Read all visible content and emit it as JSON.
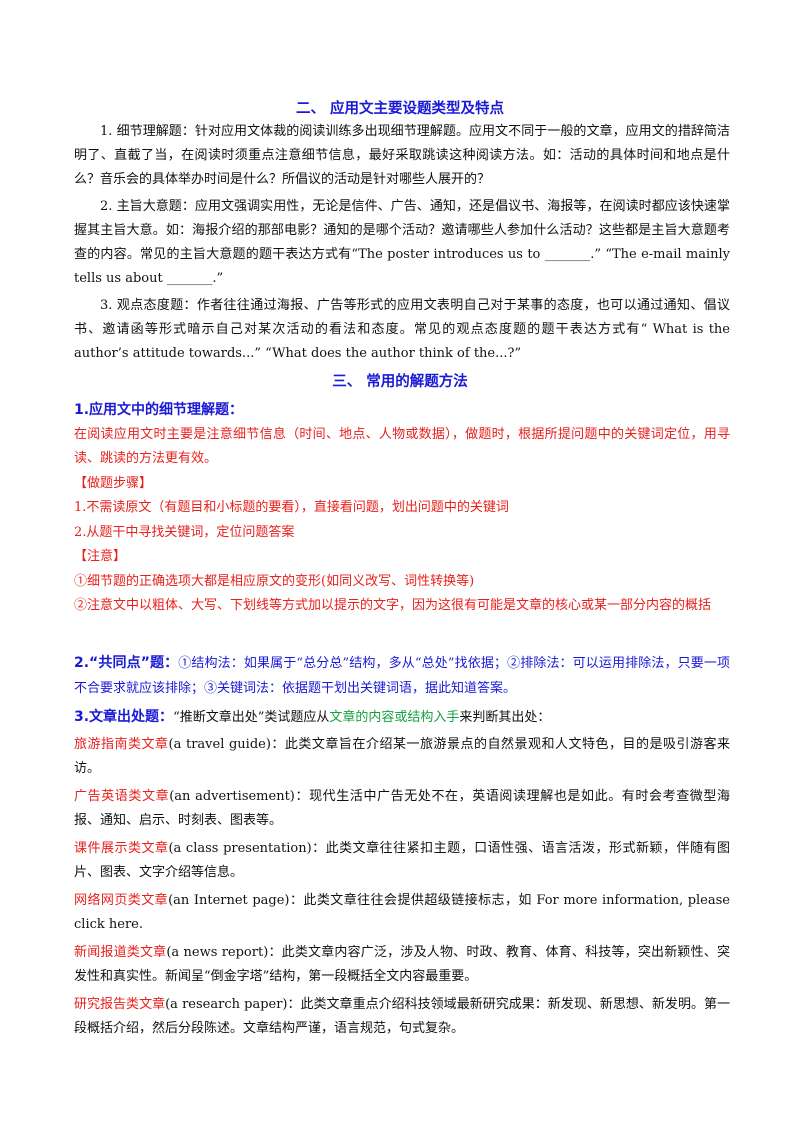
{
  "section2": {
    "title": "二、 应用文主要设题类型及特点",
    "p1": "1. 细节理解题：针对应用文体裁的阅读训练多出现细节理解题。应用文不同于一般的文章，应用文的措辞简洁明了、直截了当，在阅读时须重点注意细节信息，最好采取跳读这种阅读方法。如：活动的具体时间和地点是什么？音乐会的具体举办时间是什么？所倡议的活动是针对哪些人展开的？",
    "p2": "2. 主旨大意题：应用文强调实用性，无论是信件、广告、通知，还是倡议书、海报等，在阅读时都应该快速掌握其主旨大意。如：海报介绍的那部电影？通知的是哪个活动？邀请哪些人参加什么活动？这些都是主旨大意题考查的内容。常见的主旨大意题的题干表达方式有“The poster introduces us to _______.” “The e-mail mainly tells us about _______.”",
    "p3": "3. 观点态度题：作者往往通过海报、广告等形式的应用文表明自己对于某事的态度，也可以通过通知、倡议书、邀请函等形式暗示自己对某次活动的看法和态度。常见的观点态度题的题干表达方式有“ What is the author’s attitude towards...” “What does the author think of the...?”"
  },
  "section3": {
    "title": "三、 常用的解题方法",
    "m1": {
      "heading": "1.应用文中的细节理解题：",
      "intro": "在阅读应用文时主要是注意细节信息（时间、地点、人物或数据），做题时，根据所提问题中的关键词定位，用寻读、跳读的方法更有效。",
      "steps_label": "【做题步骤】",
      "step1": "1.不需读原文（有题目和小标题的要看），直接看问题，划出问题中的关键词",
      "step2": "2.从题干中寻找关键词，定位问题答案",
      "note_label": "【注意】",
      "note1": "①细节题的正确选项大都是相应原文的变形(如同义改写、词性转换等)",
      "note2": "②注意文中以粗体、大写、下划线等方式加以提示的文字，因为这很有可能是文章的核心或某一部分内容的概括"
    },
    "m2": {
      "heading": "2.“共同点”题：",
      "body": "①结构法：如果属于“总分总”结构，多从“总处”找依据；②排除法：可以运用排除法，只要一项不合要求就应该排除；③关键词法：依据题干划出关键词语，据此知道答案。"
    },
    "m3": {
      "heading": "3.文章出处题：",
      "body_a": "“推断文章出处”类试题应从",
      "body_green": "文章的内容或结构入手",
      "body_b": "来判断其出处：",
      "items": [
        {
          "label": "旅游指南类文章",
          "text": "(a travel guide)：此类文章旨在介绍某一旅游景点的自然景观和人文特色，目的是吸引游客来访。"
        },
        {
          "label": "广告英语类文章",
          "text": "(an advertisement)：现代生活中广告无处不在，英语阅读理解也是如此。有时会考查微型海报、通知、启示、时刻表、图表等。"
        },
        {
          "label": "课件展示类文章",
          "text": "(a class presentation)：此类文章往往紧扣主题，口语性强、语言活泼，形式新颖，伴随有图片、图表、文字介绍等信息。"
        },
        {
          "label": "网络网页类文章",
          "text": "(an Internet page)：此类文章往往会提供超级链接标志，如 For more information, please click here."
        },
        {
          "label": "新闻报道类文章",
          "text": "(a news report)：此类文章内容广泛，涉及人物、时政、教育、体育、科技等，突出新颖性、突发性和真实性。新闻呈“倒金字塔”结构，第一段概括全文内容最重要。"
        },
        {
          "label": "研究报告类文章",
          "text": "(a research paper)：此类文章重点介绍科技领域最新研究成果：新发现、新思想、新发明。第一段概括介绍，然后分段陈述。文章结构严谨，语言规范，句式复杂。"
        }
      ]
    }
  }
}
